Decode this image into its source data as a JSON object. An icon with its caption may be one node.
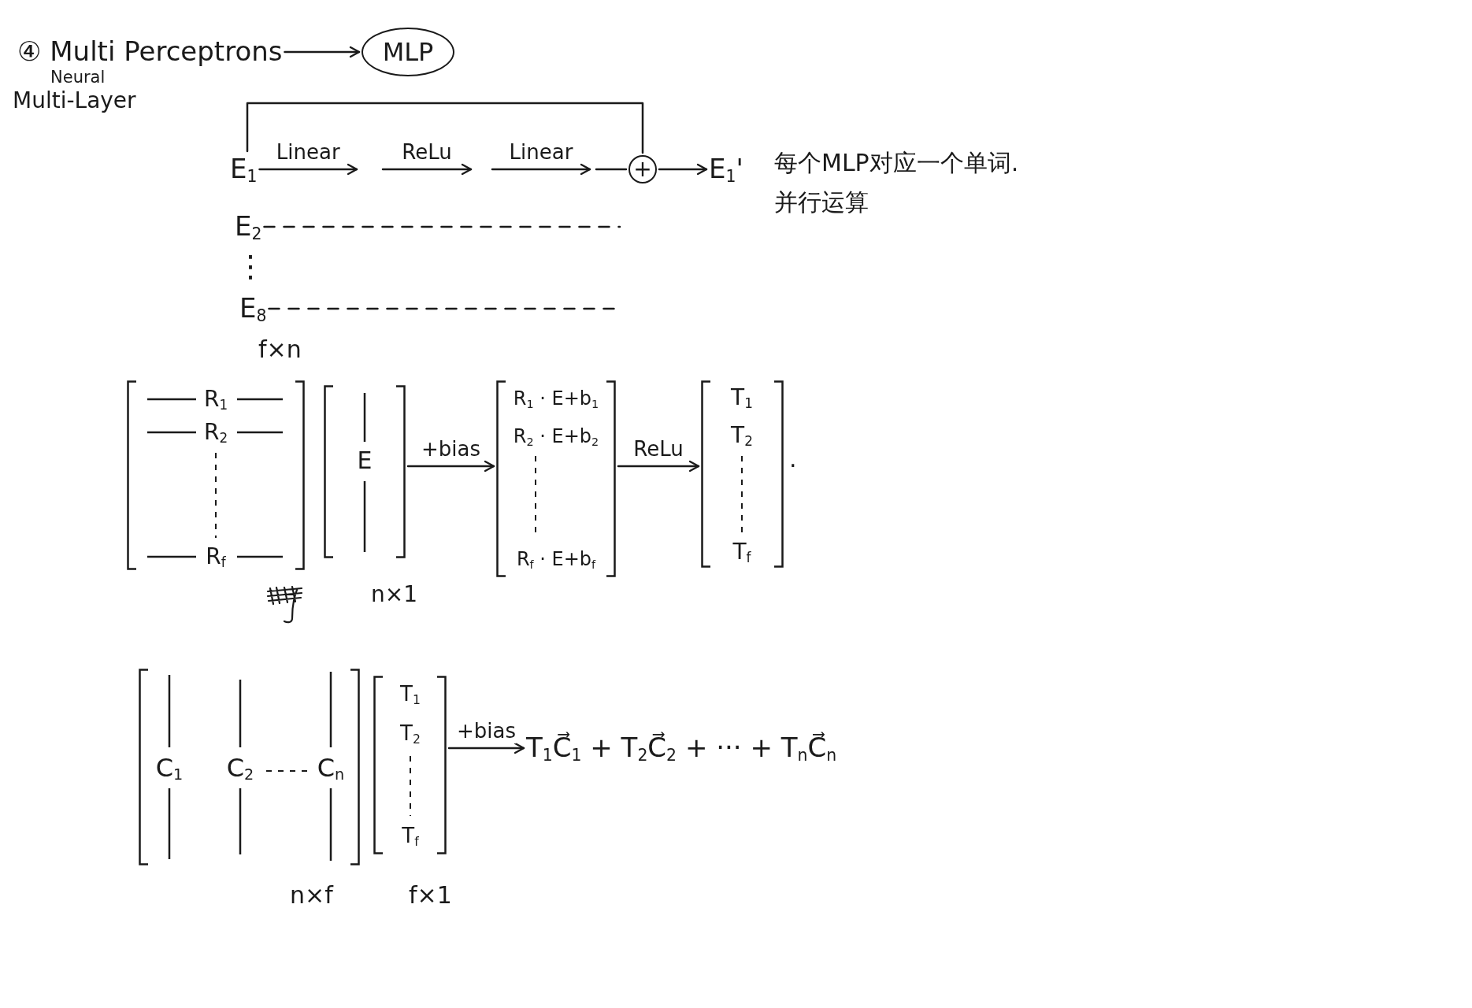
{
  "diagram": {
    "nodes": [
      {
        "text": [
          "④ Multi Perceptrons"
        ],
        "beside": [
          "Neural",
          "Multi-Layer"
        ]
      },
      {
        "text": [
          "MLP"
        ]
      },
      {
        "text": [
          "E$_{1}$"
        ]
      },
      {
        "text": [
          "+"
        ]
      },
      {
        "text": [
          "E$_{1}$'"
        ]
      },
      {
        "text": [
          "E$_{2}$"
        ]
      },
      {
        "text": [
          "E$_{8}$"
        ]
      },
      {
        "text": [
          "R$_{1}$",
          "R$_{2}$",
          "R$_{f}$"
        ],
        "beside": [
          "f×n"
        ]
      },
      {
        "text": [
          "E"
        ],
        "beside": [
          "n×1"
        ]
      },
      {
        "text": [
          "R$_{1}$ · E+b$_{1}$",
          "R$_{2}$ · E+b$_{2}$",
          "R$_{f}$ · E+b$_{f}$"
        ]
      },
      {
        "text": [
          "T$_{1}$",
          "T$_{2}$",
          "T$_{f}$"
        ],
        "beside": [
          "."
        ]
      },
      {
        "text": [
          "C$_{1}$",
          "C$_{2}$",
          "C$_{n}$"
        ],
        "beside": [
          "n×f"
        ]
      },
      {
        "text": [
          "T$_{1}$",
          "T$_{2}$",
          "T$_{f}$"
        ],
        "beside": [
          "f×1"
        ]
      },
      {
        "text": [
          "T$_{1}$C⃗$_{1}$ + T$_{2}$C⃗$_{2}$ + ··· + T$_{n}$C⃗$_{n}$"
        ]
      }
    ],
    "edges": [
      {
        "from": 0,
        "to": 1,
        "arrow": "to"
      },
      {
        "from": 2,
        "to": null,
        "arrow": "to",
        "label": "Linear"
      },
      {
        "from": null,
        "to": 3,
        "arrow": "none"
      },
      {
        "from": 3,
        "to": 4,
        "arrow": "to"
      },
      {
        "from": 2,
        "to": 3,
        "arrow": "none"
      },
      {
        "from": 5,
        "to": null,
        "arrow": "none",
        "style": "dashed"
      },
      {
        "from": 6,
        "to": null,
        "arrow": "none",
        "style": "dashed"
      },
      {
        "from": 8,
        "to": 9,
        "arrow": "to",
        "label": "+bias"
      },
      {
        "from": 9,
        "to": 10,
        "arrow": "to",
        "label": "ReLu"
      },
      {
        "from": 12,
        "to": 13,
        "arrow": "to",
        "label": "+bias"
      }
    ],
    "labels": [
      "ReLu",
      "Linear",
      "每个MLP对应一个单词.",
      "并行运算",
      "⋮"
    ]
  }
}
